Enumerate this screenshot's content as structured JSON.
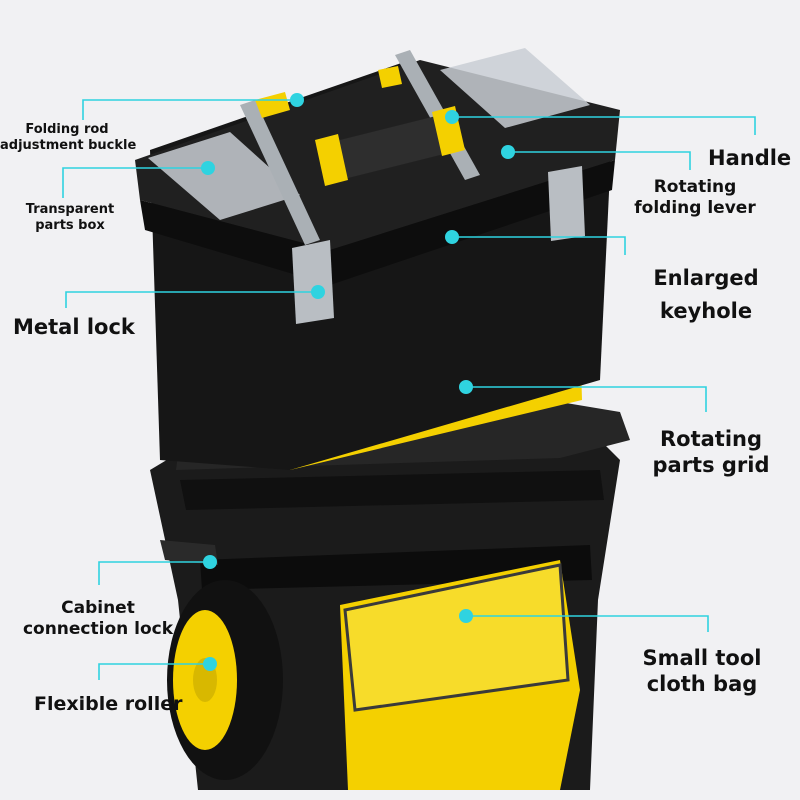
{
  "labels": {
    "folding_rod": [
      "Folding rod",
      "adjustment buckle"
    ],
    "transparent_box": [
      "Transparent",
      "parts box"
    ],
    "metal_lock": "Metal lock",
    "cabinet_lock": [
      "Cabinet",
      "connection lock"
    ],
    "roller": "Flexible roller",
    "handle": "Handle",
    "rotating_lever": [
      "Rotating",
      "folding lever"
    ],
    "keyhole": [
      "Enlarged",
      "keyhole"
    ],
    "parts_grid": [
      "Rotating",
      "parts grid"
    ],
    "cloth_bag": [
      "Small tool",
      "cloth bag"
    ]
  },
  "colors": {
    "callout": "#2fd3e0",
    "accent": "#f4d000",
    "body": "#141414"
  }
}
